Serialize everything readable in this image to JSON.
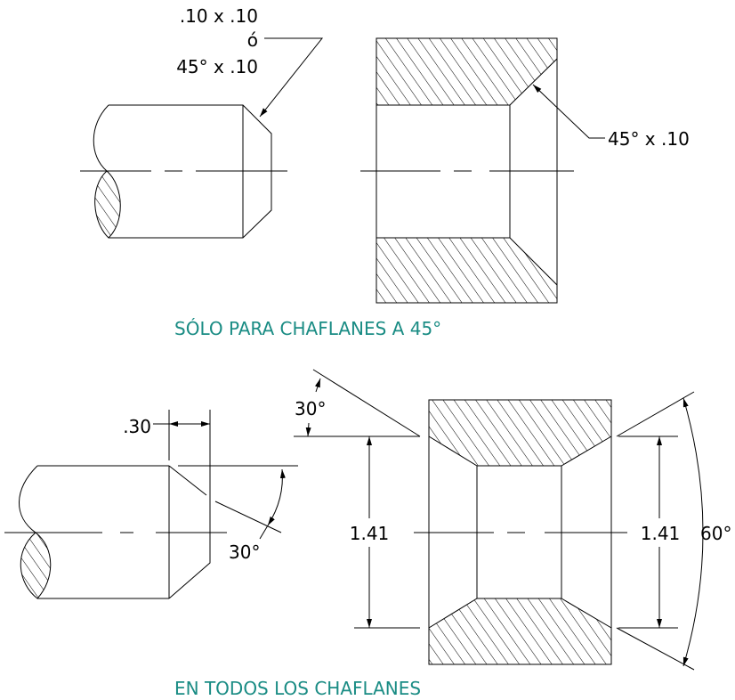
{
  "top": {
    "shaft_label_line1": ".10 x .10",
    "shaft_label_or": "ó",
    "shaft_label_line2": "45° x .10",
    "bushing_label": "45° x .10",
    "caption": "SÓLO PARA CHAFLANES A 45°"
  },
  "bottom": {
    "shaft_length": ".30",
    "shaft_angle": "30°",
    "bushing_angle": "30°",
    "bushing_dia_left": "1.41",
    "bushing_dia_right": "1.41",
    "bushing_included_angle": "60°",
    "caption": "EN TODOS LOS CHAFLANES"
  },
  "colors": {
    "caption": "#1a8c84",
    "line": "#000000"
  }
}
